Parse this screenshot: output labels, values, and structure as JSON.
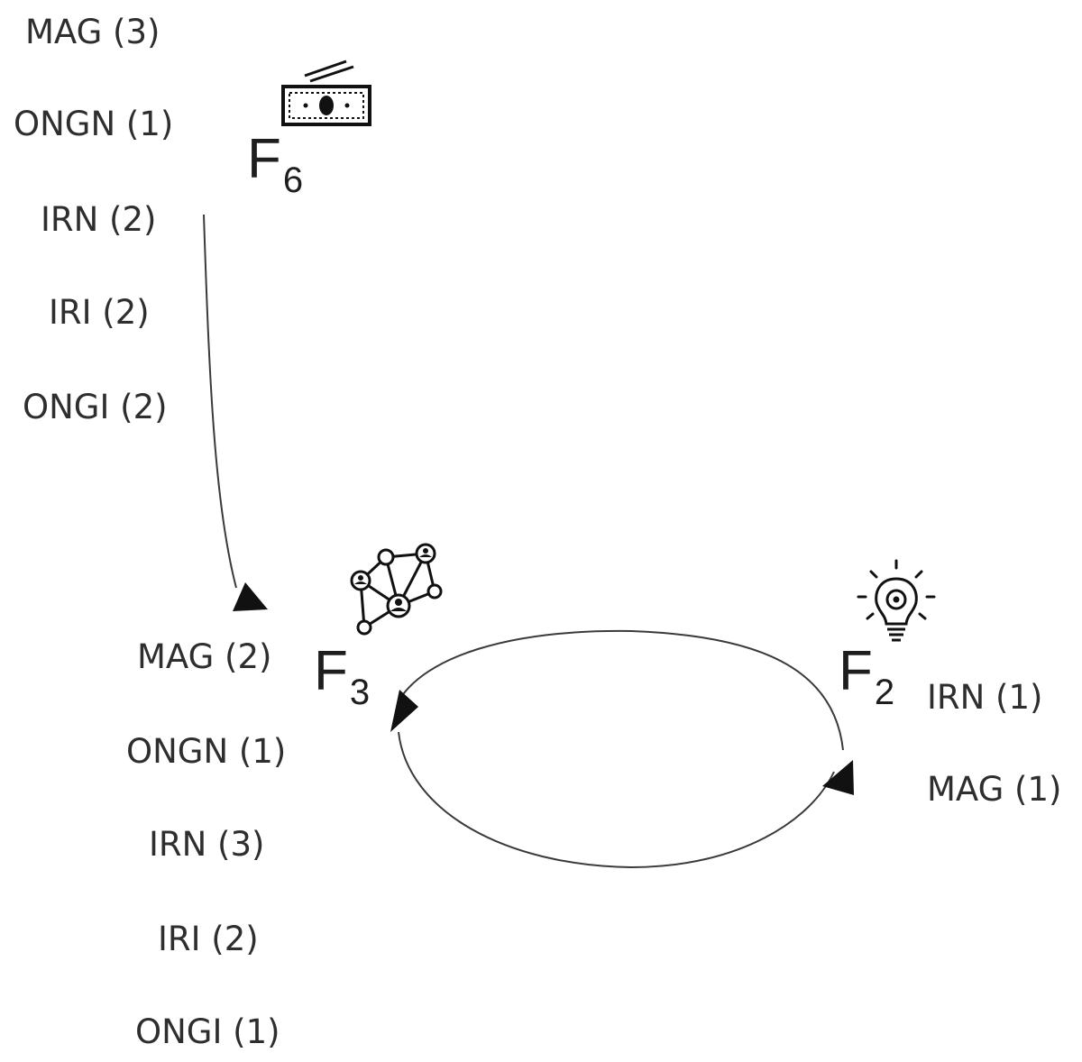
{
  "nodes": {
    "f6": {
      "letter": "F",
      "subscript": "6",
      "icon": "money-icon",
      "items": [
        "MAG (3)",
        "ONGN (1)",
        "IRN (2)",
        "IRI (2)",
        "ONGI (2)"
      ]
    },
    "f3": {
      "letter": "F",
      "subscript": "3",
      "icon": "network-icon",
      "items": [
        "MAG (2)",
        "ONGN (1)",
        "IRN (3)",
        "IRI (2)",
        "ONGI (1)"
      ]
    },
    "f2": {
      "letter": "F",
      "subscript": "2",
      "icon": "lightbulb-icon",
      "items": [
        "IRN (1)",
        "MAG (1)"
      ]
    }
  },
  "edges": [
    {
      "from": "F6",
      "to": "F3"
    },
    {
      "from": "F2",
      "to": "F3"
    },
    {
      "from": "F3",
      "to": "F2"
    }
  ],
  "colors": {
    "text": "#2e2e2e",
    "line": "#3a3a3a",
    "arrowhead": "#111111"
  }
}
